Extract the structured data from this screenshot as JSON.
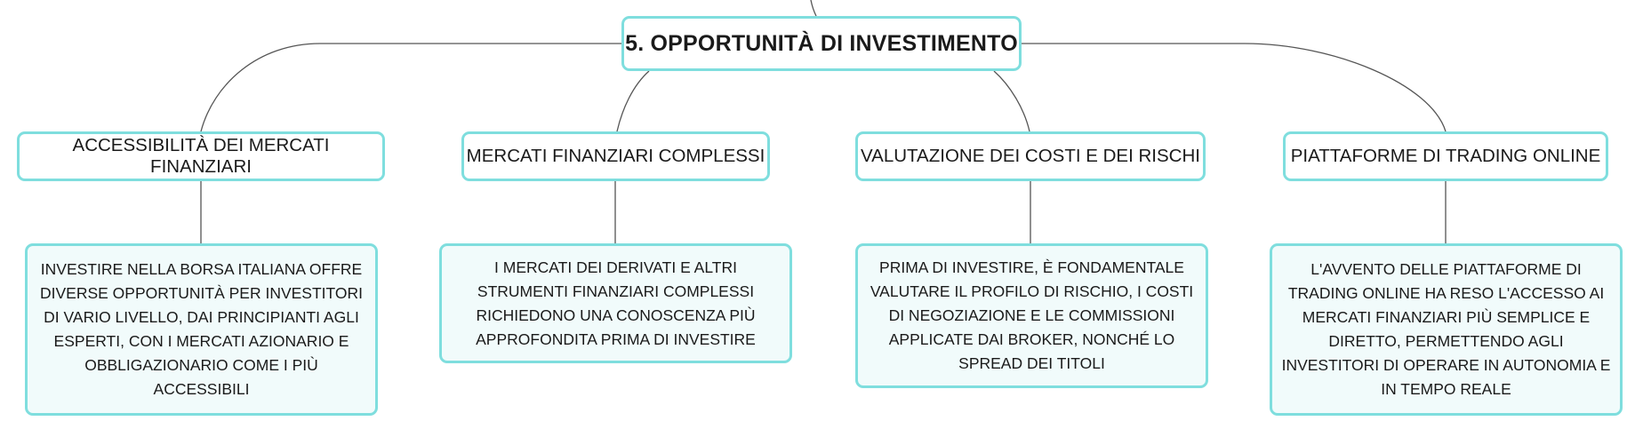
{
  "mindmap": {
    "root": {
      "label": "5. OPPORTUNITÀ DI INVESTIMENTO"
    },
    "branches": [
      {
        "title": "ACCESSIBILITÀ DEI MERCATI FINANZIARI",
        "detail": "INVESTIRE NELLA BORSA ITALIANA OFFRE DIVERSE OPPORTUNITÀ PER INVESTITORI DI VARIO LIVELLO, DAI PRINCIPIANTI AGLI ESPERTI, CON I MERCATI AZIONARIO E OBBLIGAZIONARIO COME I PIÙ ACCESSIBILI"
      },
      {
        "title": "MERCATI FINANZIARI COMPLESSI",
        "detail": "I MERCATI DEI DERIVATI E ALTRI STRUMENTI FINANZIARI COMPLESSI RICHIEDONO UNA CONOSCENZA PIÙ APPROFONDITA PRIMA DI INVESTIRE"
      },
      {
        "title": "VALUTAZIONE DEI COSTI E DEI RISCHI",
        "detail": "PRIMA DI INVESTIRE, È FONDAMENTALE VALUTARE IL PROFILO DI RISCHIO, I COSTI DI NEGOZIAZIONE E LE COMMISSIONI APPLICATE DAI BROKER, NONCHÉ LO SPREAD DEI TITOLI"
      },
      {
        "title": "PIATTAFORME DI TRADING ONLINE",
        "detail": "L'AVVENTO DELLE PIATTAFORME DI TRADING ONLINE HA RESO L'ACCESSO AI MERCATI FINANZIARI PIÙ SEMPLICE E DIRETTO, PERMETTENDO AGLI INVESTITORI DI OPERARE IN AUTONOMIA E IN TEMPO REALE"
      }
    ]
  }
}
